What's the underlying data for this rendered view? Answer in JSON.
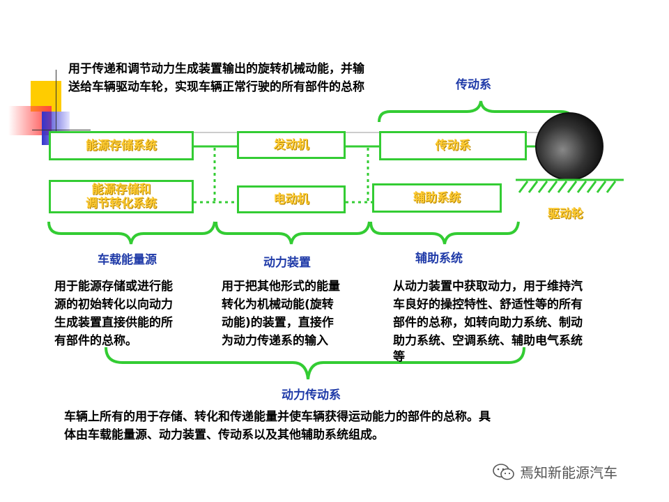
{
  "top_desc": [
    "用于传递和调节动力生成装置输出的旋转机械动能，并输",
    "送给车辆驱动车轮，实现车辆正常行驶的所有部件的总称"
  ],
  "labels": {
    "transmission": "传动系",
    "onboard_energy": "车载能量源",
    "power_device": "动力装置",
    "auxiliary": "辅助系统",
    "powertrain": "动力传动系",
    "drive_wheel": "驱动轮"
  },
  "boxes": {
    "energy_storage": "能源存储系统",
    "engine": "发动机",
    "transmission": "传动系",
    "energy_convert": [
      "能源存储和",
      "调节转化系统"
    ],
    "motor": "电动机",
    "auxiliary": "辅助系统"
  },
  "desc": {
    "onboard_energy": [
      "用于能源存储或进行能",
      "源的初始转化以向动力",
      "生成装置直接供能的所",
      "有部件的总称。"
    ],
    "power_device": [
      "用于把其他形式的能量",
      "转化为机械动能(旋转",
      "动能)的装置，直接作",
      "为动力传递系的输入"
    ],
    "auxiliary": [
      "从动力装置中获取动力，用于维持汽",
      "车良好的操控特性、舒适性等的所有",
      "部件的总称，如转向助力系统、制动",
      "助力系统、空调系统、辅助电气系统",
      "等"
    ],
    "powertrain": [
      "车辆上所有的用于存储、转化和传递能量并使车辆获得运动能力的部件的总称。具",
      "体由车载能量源、动力装置、传动系以及其他辅助系统组成。"
    ]
  },
  "watermark": "焉知新能源汽车",
  "colors": {
    "green": "#33cc33",
    "label_blue": "#1f3aa8",
    "box_text": "#ffcc33"
  }
}
